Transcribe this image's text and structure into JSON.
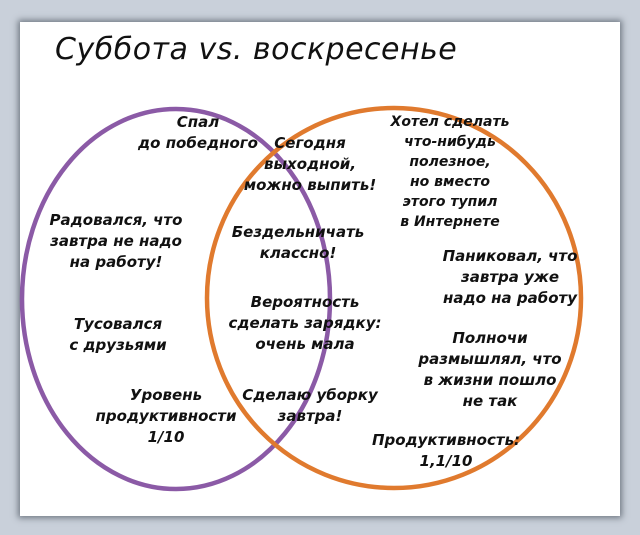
{
  "title": "Суббота vs. воскресенье",
  "colors": {
    "saturday": "#8b5aa6",
    "sunday": "#e07a2e"
  },
  "saturday": [
    "Спал\nдо победного",
    "Радовался, что\nзавтра не надо\nна работу!",
    "Тусовался\nс друзьями",
    "Уровень\nпродуктивности\n1/10"
  ],
  "both": [
    "Сегодня\nвыходной,\nможно выпить!",
    "Бездельничать\nклассно!",
    "Вероятность\nсделать зарядку:\nочень мала",
    "Сделаю уборку\nзавтра!"
  ],
  "sunday": [
    "Хотел сделать\nчто-нибудь\nполезное,\nно вместо\nэтого тупил\nв Интернете",
    "Паниковал, что\nзавтра уже\nнадо на работу",
    "Полночи\nразмышлял, что\nв жизни пошло\nне так",
    "Продуктивность:\n1,1/10"
  ]
}
